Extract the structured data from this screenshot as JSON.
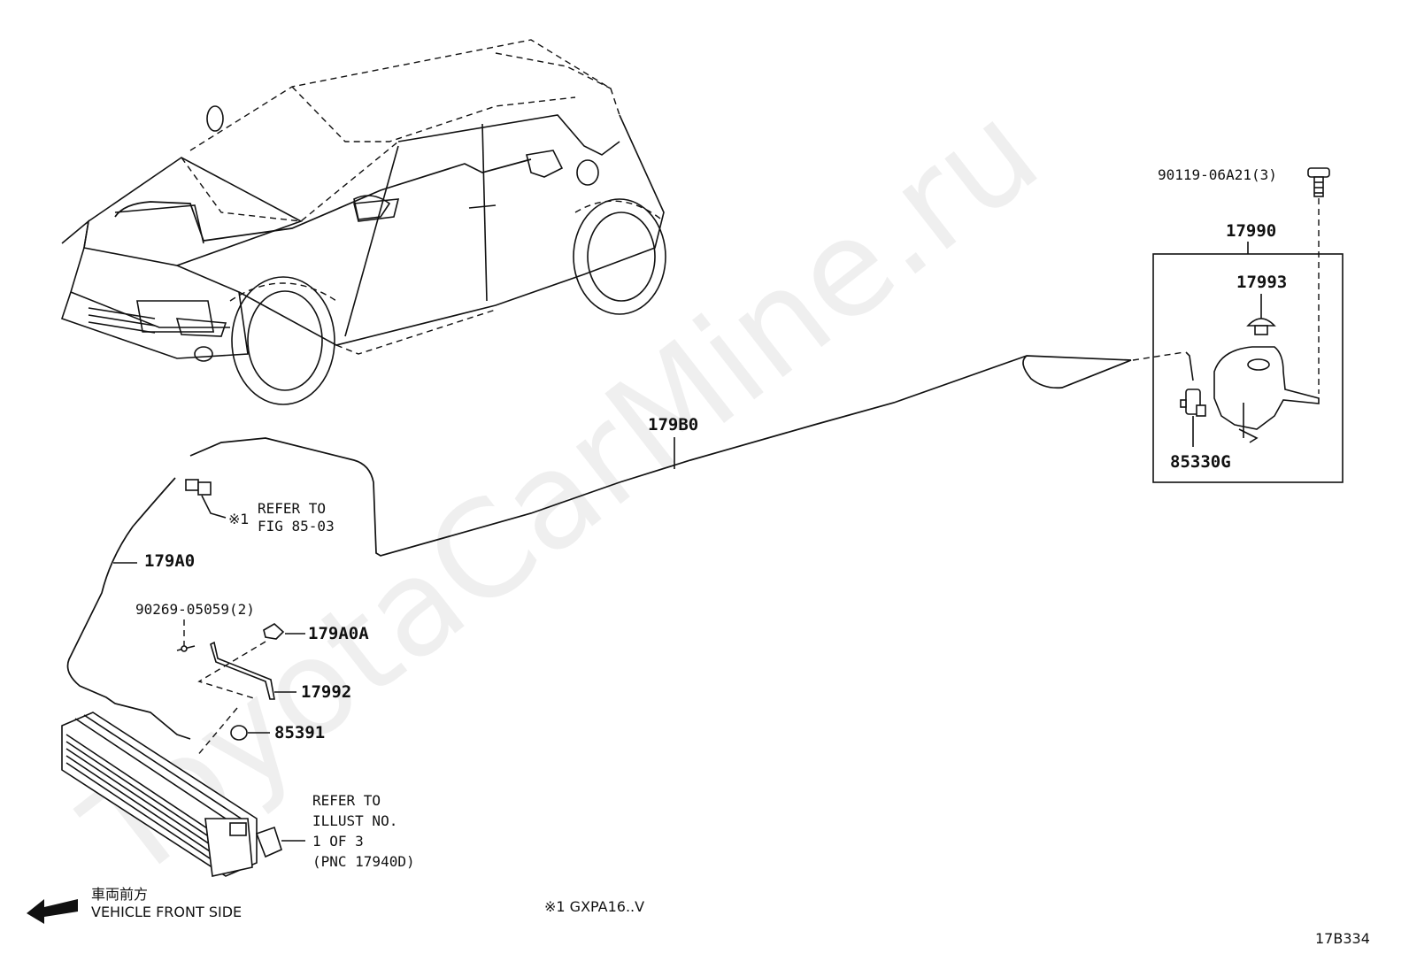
{
  "watermark": "ToyotaCarMine.ru",
  "callouts": {
    "bolt": "90119-06A21(3)",
    "tank_assy": "17990",
    "tank_cap": "17993",
    "pump": "85330G",
    "hose_long": "179B0",
    "hose_short": "179A0",
    "ref_fig_marker": "※1",
    "ref_fig_line1": "REFER TO",
    "ref_fig_line2": "FIG 85-03",
    "clip_bolt": "90269-05059(2)",
    "clamp": "179A0A",
    "bracket": "17992",
    "nozzle": "85391",
    "ref_illust_line1": "REFER TO",
    "ref_illust_line2": "ILLUST NO.",
    "ref_illust_line3": "1 OF 3",
    "ref_illust_line4": "(PNC 17940D)"
  },
  "direction": {
    "jp": "車両前方",
    "en": "VEHICLE FRONT SIDE"
  },
  "footnote": "※1  GXPA16..V",
  "diagram_code": "17B334"
}
